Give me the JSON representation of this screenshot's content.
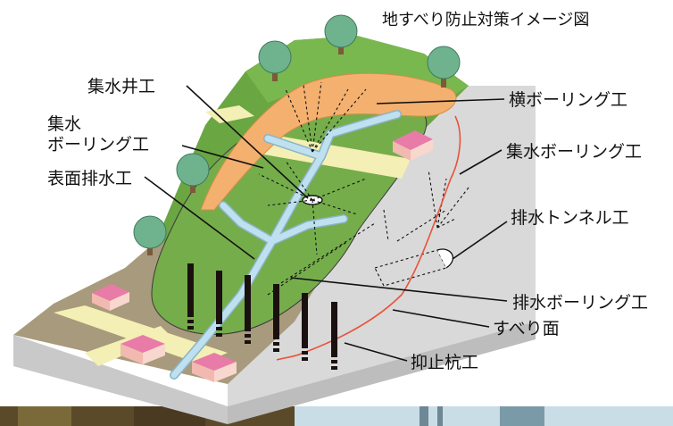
{
  "title": "地すべり防止対策イメージ図",
  "labels": {
    "shusui_ido": "集水井工",
    "shusui_boring_left_1": "集水",
    "shusui_boring_left_2": "ボーリング工",
    "hyomen_haisui": "表面排水工",
    "yoko_boring": "横ボーリング工",
    "shusui_boring_right": "集水ボーリング工",
    "haisui_tunnel": "排水トンネル工",
    "haisui_boring": "排水ボーリング工",
    "suberi_men": "すべり面",
    "yokushi_kui": "抑止杭工"
  },
  "colors": {
    "grass": "#6faa45",
    "grass_dark": "#5f9a3a",
    "soil": "#a99a7d",
    "cliff": "#d6d6d6",
    "cliff_dark": "#bdbdbd",
    "road": "#f4efb4",
    "landslide_mass": "#f4b06f",
    "channel": "#b9dced",
    "slip_surface": "#e8533a",
    "pile": "#1b1010"
  }
}
